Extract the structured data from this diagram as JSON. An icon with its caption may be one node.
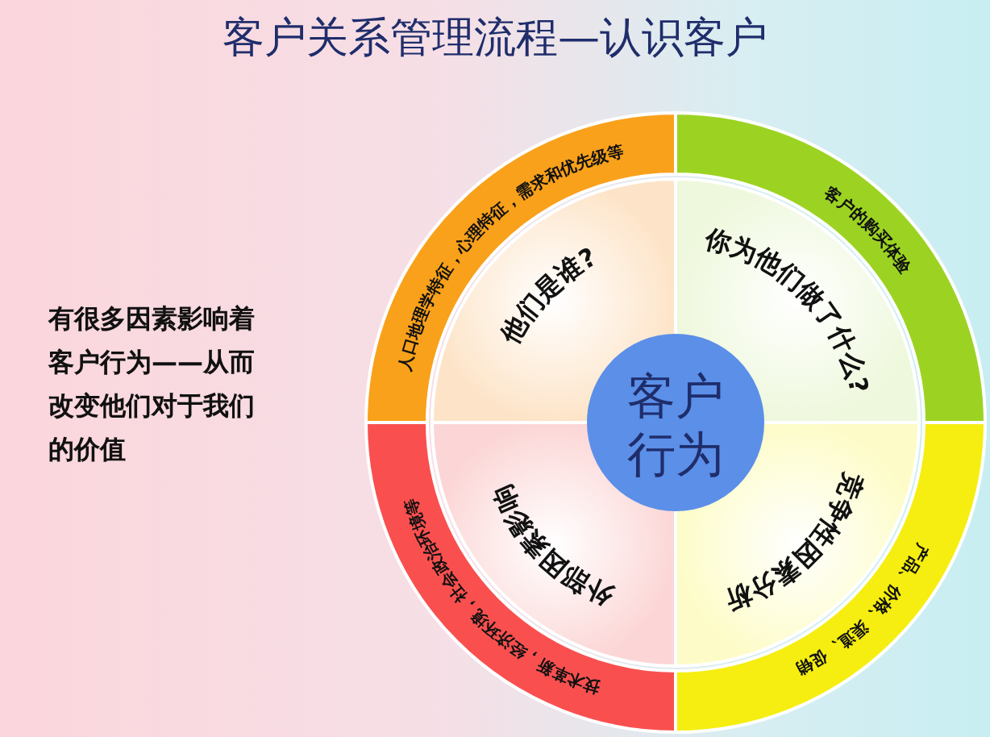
{
  "diagram": {
    "title": "客户关系管理流程—认识客户",
    "nodes": [
      {
        "text": [
          "人口地理学特征，心理特征，需求和优先级等"
        ]
      },
      {
        "text": [
          "他们是谁?"
        ]
      },
      {
        "text": [
          "客户的购买体验"
        ]
      },
      {
        "text": [
          "你为他们做了什么?"
        ]
      },
      {
        "text": [
          "客户行为"
        ]
      },
      {
        "text": [
          "外部因素影响"
        ]
      },
      {
        "text": [
          "技术革新，经济环境，社会政治环境等"
        ]
      },
      {
        "text": [
          "竞争性因素分析"
        ]
      },
      {
        "text": [
          "产品、价格、渠道、促销"
        ]
      }
    ],
    "labels": [
      "有很多因素影响着客户行为——从而改变他们对于我们的价值"
    ]
  }
}
